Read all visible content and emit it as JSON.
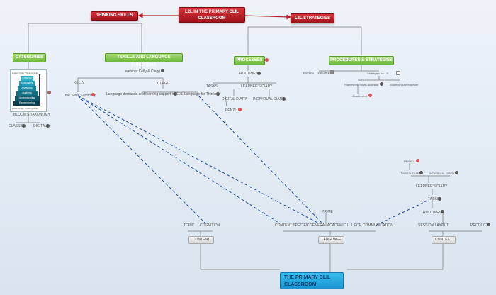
{
  "center": "L2L IN THE PRIMARY CLIL CLASSROOM",
  "left_main": "THINKING SKILLS",
  "right_main": "L2L STRATEGIES",
  "categories": "CATEGORIES",
  "tskills": "TSKILLS AND LANGUAGE FUNCTIONS",
  "processes": "PROCESSES",
  "procedures": "PROCEDURES & STRATEGIES",
  "webinar": "webinar Kelly & Clegg",
  "kelly": "KELLY",
  "clegg": "CLEGG",
  "language_thinking": "Language for Thinking",
  "lang_demands": "Language demands and learning support in CLIL",
  "thinking_sum": "the Skills Summary",
  "routines": "ROUTINES",
  "learners_diary": "LEARNER'S DIARY",
  "digital_diary": "DIGITAL DIARY",
  "individual_diary": "INDIVIDUAL DIARY",
  "tasks": "TASKS",
  "penzu": "PENZU",
  "explicit": "EXPLICIT TEACHING",
  "strategies_l2l": "Strategies for L2L",
  "framework": "Framework South Australia",
  "teacher_made": "Student Scan machine",
  "academic": "Academic A",
  "blooms": "BLOOM'S TAXONOMY",
  "classic": "CLASSIC",
  "digital": "DIGITAL",
  "pyramid": [
    "Creating",
    "Evaluating",
    "Analysing",
    "Applying",
    "Understanding",
    "Remembering"
  ],
  "pyr_top": "Higher Order Thinking Skills",
  "pyr_bot": "Lower Order Thinking Skills",
  "bottom_root": "THE PRIMARY CLIL CLASSROOM",
  "content": "CONTENT",
  "language": "LANGUAGE",
  "context": "CONTEXT",
  "topic": "TOPIC",
  "cognition": "COGNITION",
  "content_specific": "CONTENT SPECIFIC",
  "general_academic": "GENERAL ACADEMIC L",
  "l_communication": "L FOR COMMUNICATION",
  "session_layout": "SESSION LAYOUT",
  "products": "PRODUCTS",
  "penzu2": "PENZU",
  "digital_diary2": "DIGITAL DIARY",
  "individual_diary2": "INDIVIDUAL DIARY",
  "learners_diary2": "LEARNER'S DIARY",
  "tasks2": "TASKS",
  "routines2": "ROUTINES",
  "prime": "PRIME",
  "colors": {
    "red": "#b81c24",
    "green": "#6bb83b",
    "blue": "#1a93d0",
    "dashed": "#1f4fa0"
  }
}
